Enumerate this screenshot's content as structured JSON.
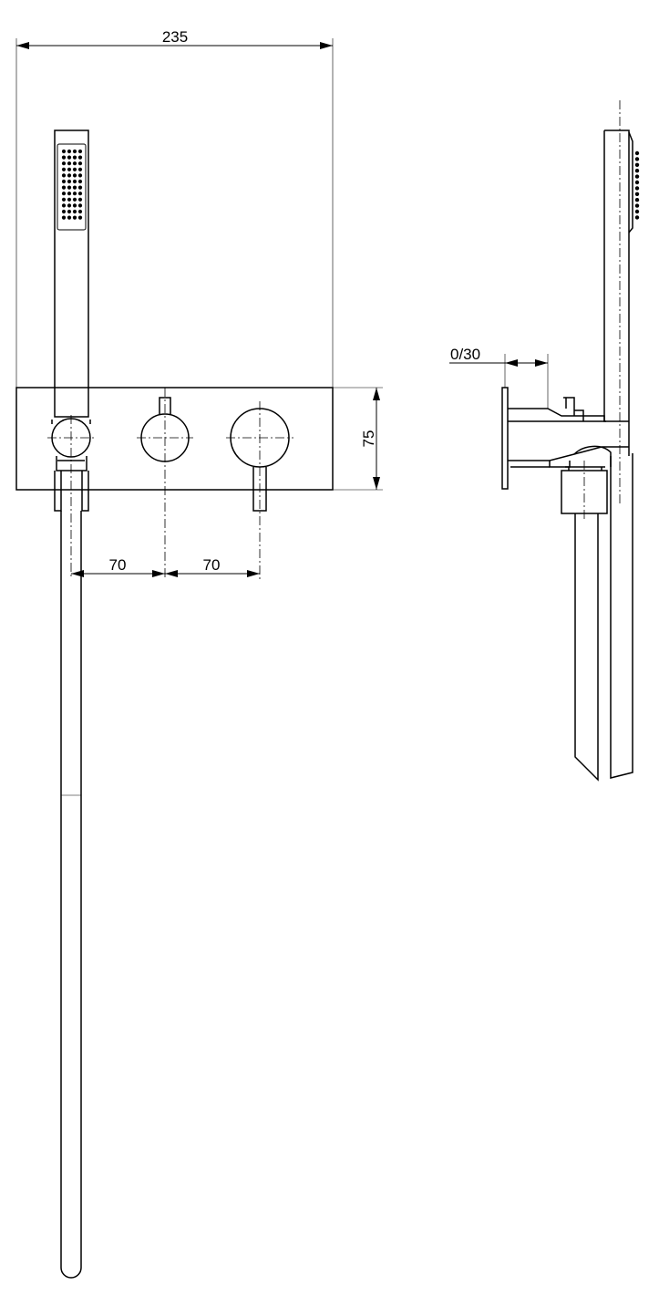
{
  "dimensions": {
    "overall_width": "235",
    "spacing_left": "70",
    "spacing_right": "70",
    "plate_height": "75",
    "wall_offset": "0/30"
  }
}
